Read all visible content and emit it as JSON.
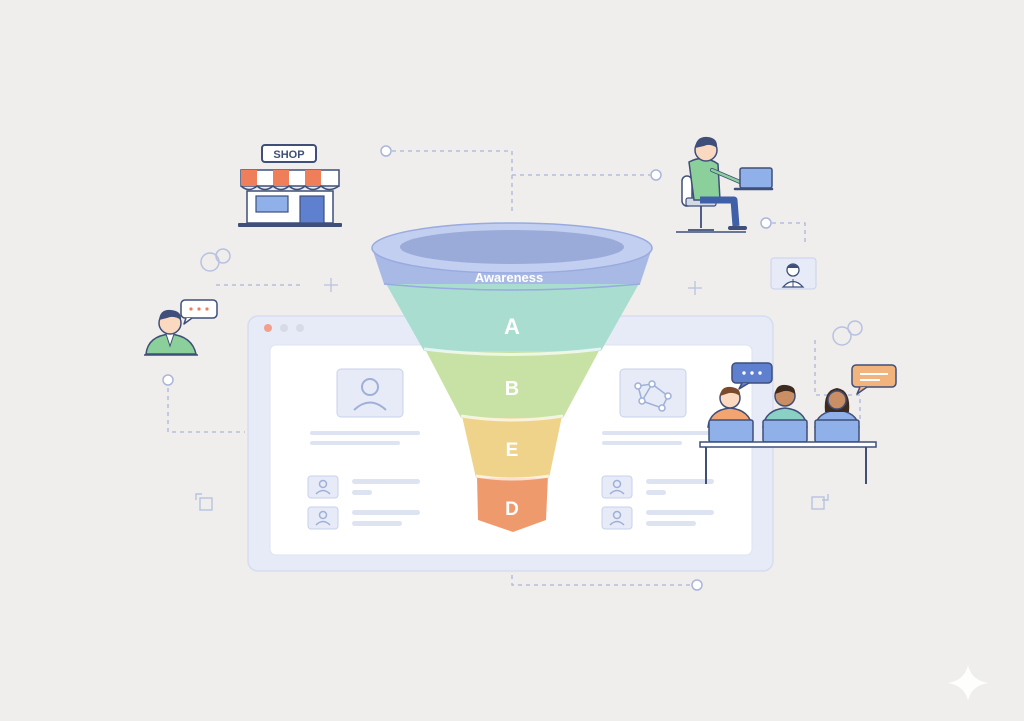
{
  "colors": {
    "background": "#efeeec",
    "line": "#aab5d9",
    "panel": "#e6ebf7",
    "panel_inner": "#ffffff",
    "accent_blue": "#6d86c9",
    "stage_top": "#a9b9e6",
    "stage_a": "#a9ddd0",
    "stage_b": "#c7e2a4",
    "stage_e": "#f0d38b",
    "stage_d": "#ef9a6d"
  },
  "shop": {
    "sign": "SHOP"
  },
  "funnel": {
    "stages": [
      {
        "label": "Awareness",
        "color": "#a9b9e6"
      },
      {
        "label": "A",
        "color": "#a9ddd0"
      },
      {
        "label": "B",
        "color": "#c7e2a4"
      },
      {
        "label": "E",
        "color": "#f0d38b"
      },
      {
        "label": "D",
        "color": "#ef9a6d"
      }
    ]
  },
  "icons": {
    "shop": "storefront-icon",
    "person_laptop": "person-with-laptop-icon",
    "avatar": "user-avatar-icon",
    "team": "team-at-desk-icon",
    "chat": "chat-bubble-icon",
    "network": "network-graph-icon",
    "sparkle": "sparkle-icon"
  }
}
